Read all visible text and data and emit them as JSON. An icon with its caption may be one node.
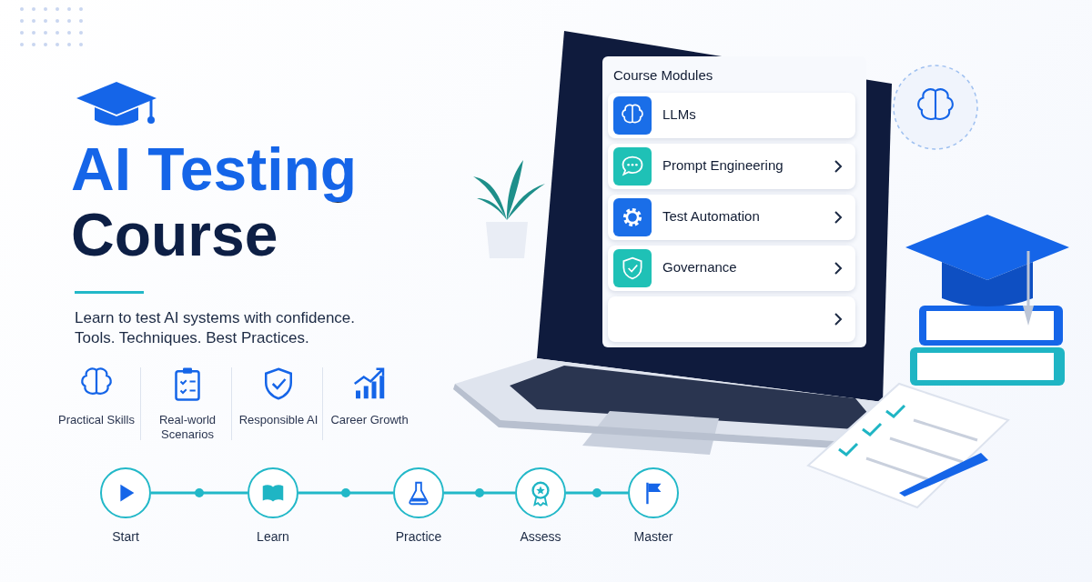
{
  "diagram": {
    "title": "AI Testing Course",
    "nodes": [
      {
        "text": [
          "Course Modules"
        ]
      },
      {
        "text": [
          "LLMs"
        ],
        "in": 0
      },
      {
        "text": [
          "Prompt Engineering"
        ],
        "in": 0
      },
      {
        "text": [
          "Test Automation"
        ],
        "in": 0
      },
      {
        "text": [
          "Governance"
        ],
        "in": 0
      },
      {
        "text": [],
        "shape": "box",
        "in": 0
      },
      {
        "text": [
          "Start"
        ]
      },
      {
        "text": [
          "Learn"
        ]
      },
      {
        "text": [
          "Practice"
        ]
      },
      {
        "text": [
          "Assess"
        ]
      },
      {
        "text": [
          "Master"
        ]
      }
    ],
    "edges": [
      {
        "from": 6,
        "to": 7,
        "arrow": "none"
      },
      {
        "from": 7,
        "to": 8,
        "arrow": "none"
      },
      {
        "from": 8,
        "to": 9,
        "arrow": "none"
      },
      {
        "from": 9,
        "to": 10,
        "arrow": "none"
      }
    ],
    "labels": [
      "Learn to test AI systems with confidence.",
      "Tools. Techniques. Best Practices.",
      "Practical Skills",
      "Real-world Scenarios",
      "Responsible AI",
      "Career Growth"
    ]
  }
}
